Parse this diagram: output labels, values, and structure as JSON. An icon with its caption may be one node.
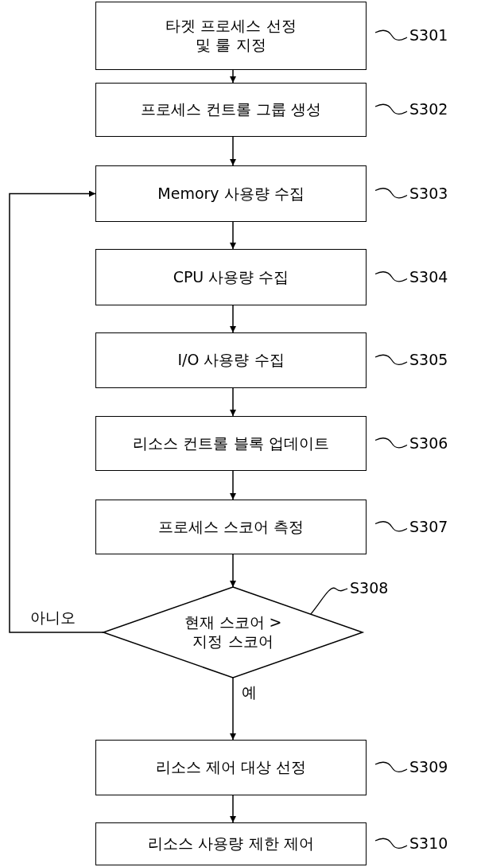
{
  "diagram": {
    "nodes": [
      {
        "text": [
          "타겟 프로세스 선정 및 룰 지정"
        ],
        "beside": [
          "S301"
        ]
      },
      {
        "text": [
          "프로세스 컨트롤 그룹 생성"
        ],
        "beside": [
          "S302"
        ]
      },
      {
        "text": [
          "Memory 사용량 수집"
        ],
        "beside": [
          "S303"
        ]
      },
      {
        "text": [
          "CPU 사용량 수집"
        ],
        "beside": [
          "S304"
        ]
      },
      {
        "text": [
          "I/O 사용량 수집"
        ],
        "beside": [
          "S305"
        ]
      },
      {
        "text": [
          "리소스 컨트롤 블록 업데이트"
        ],
        "beside": [
          "S306"
        ]
      },
      {
        "text": [
          "프로세스 스코어 측정"
        ],
        "beside": [
          "S307"
        ]
      },
      {
        "text": [
          "현재 스코어 > 지정 스코어"
        ]
      },
      {
        "text": [
          "리소스 제어 대상 선정"
        ],
        "beside": [
          "S309"
        ]
      },
      {
        "text": [
          "리소스 사용량 제한 제어"
        ],
        "beside": [
          "S310"
        ]
      }
    ],
    "edges": [
      {
        "from": 0,
        "to": 1,
        "arrow": "to"
      },
      {
        "from": 1,
        "to": 2,
        "arrow": "to"
      },
      {
        "from": 2,
        "to": 3,
        "arrow": "to"
      },
      {
        "from": 3,
        "to": 4,
        "arrow": "to"
      },
      {
        "from": 4,
        "to": 5,
        "arrow": "to"
      },
      {
        "from": 5,
        "to": 6,
        "arrow": "to"
      },
      {
        "from": 6,
        "to": 7,
        "arrow": "to"
      },
      {
        "from": 7,
        "to": 2,
        "arrow": "to",
        "label": "아니오"
      },
      {
        "from": 7,
        "to": 8,
        "arrow": "to",
        "label": "예"
      },
      {
        "from": 8,
        "to": 9,
        "arrow": "to"
      }
    ],
    "labels": [
      "S308"
    ]
  }
}
